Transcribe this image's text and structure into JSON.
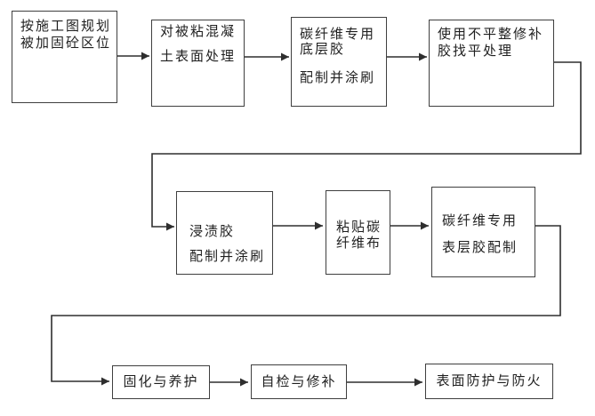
{
  "flowchart": {
    "colors": {
      "background": "#ffffff",
      "box_border": "#3f3f3f",
      "connector": "#2e2e2e",
      "text": "#1f1f1f"
    },
    "boxes": [
      {
        "id": "step-1",
        "lines": [
          "按施工图规划",
          "被加固砼区位"
        ]
      },
      {
        "id": "step-2",
        "lines": [
          "对被粘混凝",
          "土表面处理"
        ]
      },
      {
        "id": "step-3",
        "lines": [
          "碳纤维专用",
          "底层胶",
          "配制并涂刷"
        ]
      },
      {
        "id": "step-4",
        "lines": [
          "使用不平整修补",
          "胶找平处理"
        ]
      },
      {
        "id": "step-5",
        "lines": [
          "浸渍胶",
          "配制并涂刷"
        ]
      },
      {
        "id": "step-6",
        "lines": [
          "粘贴碳",
          "纤维布"
        ]
      },
      {
        "id": "step-7",
        "lines": [
          "碳纤维专用",
          "表层胶配制"
        ]
      },
      {
        "id": "step-8",
        "lines": [
          "固化与养护"
        ]
      },
      {
        "id": "step-9",
        "lines": [
          "自检与修补"
        ]
      },
      {
        "id": "step-10",
        "lines": [
          "表面防护与防火"
        ]
      }
    ],
    "edges": [
      {
        "from": "step-1",
        "to": "step-2"
      },
      {
        "from": "step-2",
        "to": "step-3"
      },
      {
        "from": "step-3",
        "to": "step-4"
      },
      {
        "from": "step-4",
        "to": "step-5"
      },
      {
        "from": "step-5",
        "to": "step-6"
      },
      {
        "from": "step-6",
        "to": "step-7"
      },
      {
        "from": "step-7",
        "to": "step-8"
      },
      {
        "from": "step-8",
        "to": "step-9"
      },
      {
        "from": "step-9",
        "to": "step-10"
      }
    ]
  }
}
